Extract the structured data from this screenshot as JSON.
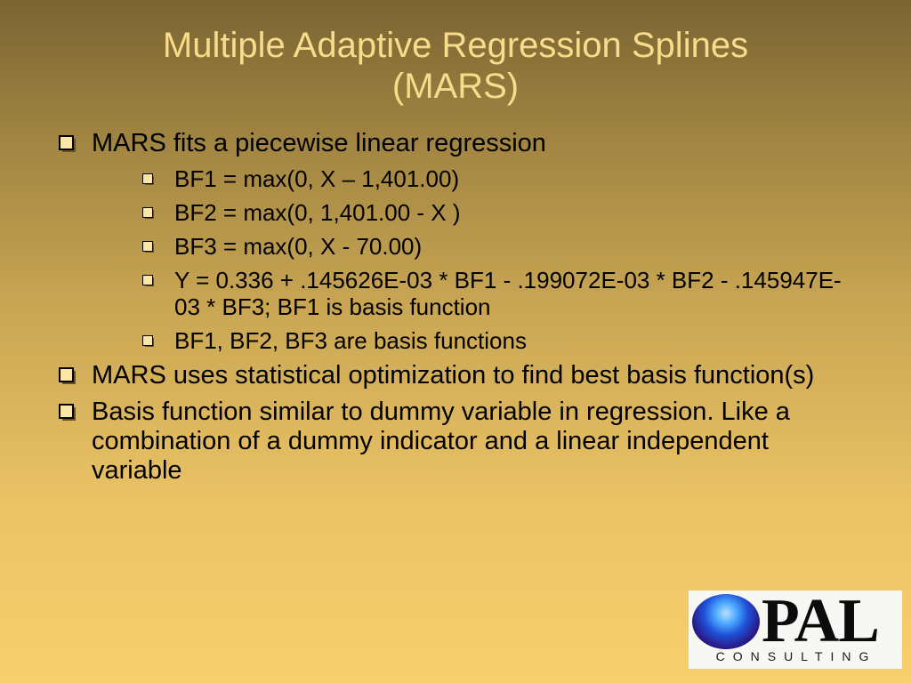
{
  "slide": {
    "title_line1": "Multiple Adaptive Regression Splines",
    "title_line2": "(MARS)",
    "bullets": [
      {
        "text": "MARS fits a piecewise linear regression",
        "sub": [
          "BF1 = max(0, X – 1,401.00)",
          "BF2 = max(0, 1,401.00 - X )",
          "BF3 = max(0, X - 70.00)",
          "Y = 0.336 + .145626E-03 * BF1 - .199072E-03 * BF2 - .145947E-03 * BF3; BF1 is basis function",
          "BF1, BF2, BF3 are basis functions"
        ]
      },
      {
        "text": "MARS uses statistical optimization to find best basis function(s)"
      },
      {
        "text": "Basis function similar to dummy variable in regression. Like a combination of a dummy indicator and a linear independent variable"
      }
    ]
  },
  "logo": {
    "letters": "PAL",
    "tagline": "CONSULTING",
    "full_name": "OPAL CONSULTING"
  },
  "colors": {
    "title": "#f7dc8c",
    "background_top": "#7a6432",
    "background_bottom": "#f7cf6c"
  }
}
